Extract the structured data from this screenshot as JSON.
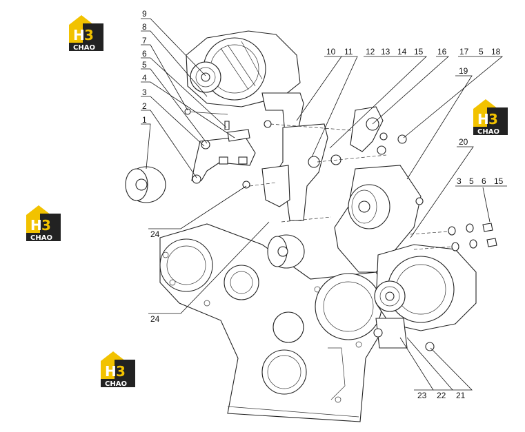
{
  "callouts": [
    {
      "id": "c1",
      "text": "1"
    },
    {
      "id": "c2",
      "text": "2"
    },
    {
      "id": "c3",
      "text": "3"
    },
    {
      "id": "c4",
      "text": "4"
    },
    {
      "id": "c5",
      "text": "5"
    },
    {
      "id": "c6",
      "text": "6"
    },
    {
      "id": "c7",
      "text": "7"
    },
    {
      "id": "c8",
      "text": "8"
    },
    {
      "id": "c9",
      "text": "9"
    },
    {
      "id": "c10",
      "text": "10"
    },
    {
      "id": "c11",
      "text": "11"
    },
    {
      "id": "c12",
      "text": "12"
    },
    {
      "id": "c13",
      "text": "13"
    },
    {
      "id": "c14",
      "text": "14"
    },
    {
      "id": "c15",
      "text": "15"
    },
    {
      "id": "c16",
      "text": "16"
    },
    {
      "id": "c17",
      "text": "17"
    },
    {
      "id": "c5b",
      "text": "5"
    },
    {
      "id": "c18",
      "text": "18"
    },
    {
      "id": "c19",
      "text": "19"
    },
    {
      "id": "c20",
      "text": "20"
    },
    {
      "id": "c3b",
      "text": "3"
    },
    {
      "id": "c5c",
      "text": "5"
    },
    {
      "id": "c6b",
      "text": "6"
    },
    {
      "id": "c15b",
      "text": "15"
    },
    {
      "id": "c24a",
      "text": "24"
    },
    {
      "id": "c24b",
      "text": "24"
    },
    {
      "id": "c23",
      "text": "23"
    },
    {
      "id": "c22",
      "text": "22"
    },
    {
      "id": "c21",
      "text": "21"
    }
  ],
  "watermark": {
    "logo_text": "H3",
    "brand_text": "CHAO",
    "color_yellow": "#f2c200",
    "color_dark": "#222222"
  }
}
